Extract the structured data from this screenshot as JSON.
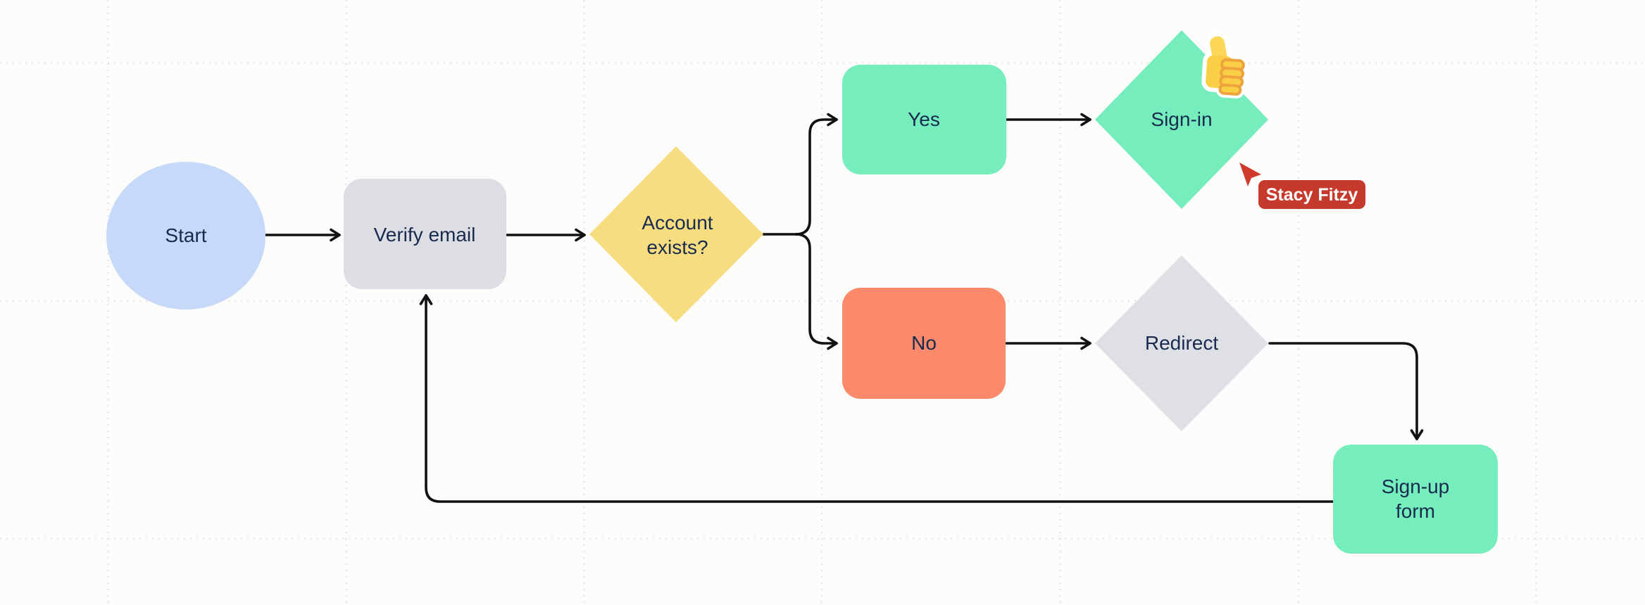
{
  "canvas": {
    "background_color": "#FCFCFB",
    "grid_color": "#DFDFE3",
    "grid_style": "dotted"
  },
  "theme": {
    "text_color": "#182A4E",
    "connector_color": "#111111"
  },
  "nodes": {
    "start": {
      "label": "Start",
      "shape": "circle",
      "color": "#C7D9F8"
    },
    "verify_email": {
      "label": "Verify email",
      "shape": "rounded-rectangle",
      "color": "#DCDEE3"
    },
    "account_exists": {
      "label": "Account exists?",
      "lines": [
        "Account",
        "exists?"
      ],
      "shape": "diamond",
      "color": "#F8DD80"
    },
    "yes": {
      "label": "Yes",
      "shape": "rounded-rectangle",
      "color": "#75EDBC"
    },
    "sign_in": {
      "label": "Sign-in",
      "shape": "diamond",
      "color": "#75EDBC"
    },
    "no": {
      "label": "No",
      "shape": "rounded-rectangle",
      "color": "#FA8A6B"
    },
    "redirect": {
      "label": "Redirect",
      "shape": "diamond",
      "color": "#DEE0E6"
    },
    "sign_up_form": {
      "label": "Sign-up form",
      "lines": [
        "Sign-up",
        "form"
      ],
      "shape": "rounded-rectangle",
      "color": "#75EDBC"
    }
  },
  "edges": [
    {
      "from": "Start",
      "to": "Verify email"
    },
    {
      "from": "Verify email",
      "to": "Account exists?"
    },
    {
      "from": "Account exists?",
      "to": "Yes"
    },
    {
      "from": "Account exists?",
      "to": "No"
    },
    {
      "from": "Yes",
      "to": "Sign-in"
    },
    {
      "from": "No",
      "to": "Redirect"
    },
    {
      "from": "Redirect",
      "to": "Sign-up form"
    },
    {
      "from": "Sign-up form",
      "to": "Verify email"
    }
  ],
  "collaborator": {
    "name": "Stacy Fitzy",
    "cursor_color": "#CE3A2C",
    "label_color": "#C63A2E",
    "label_text_color": "#FFFFFF"
  },
  "sticker": {
    "name": "thumbs-up",
    "attached_to": "sign_in"
  }
}
